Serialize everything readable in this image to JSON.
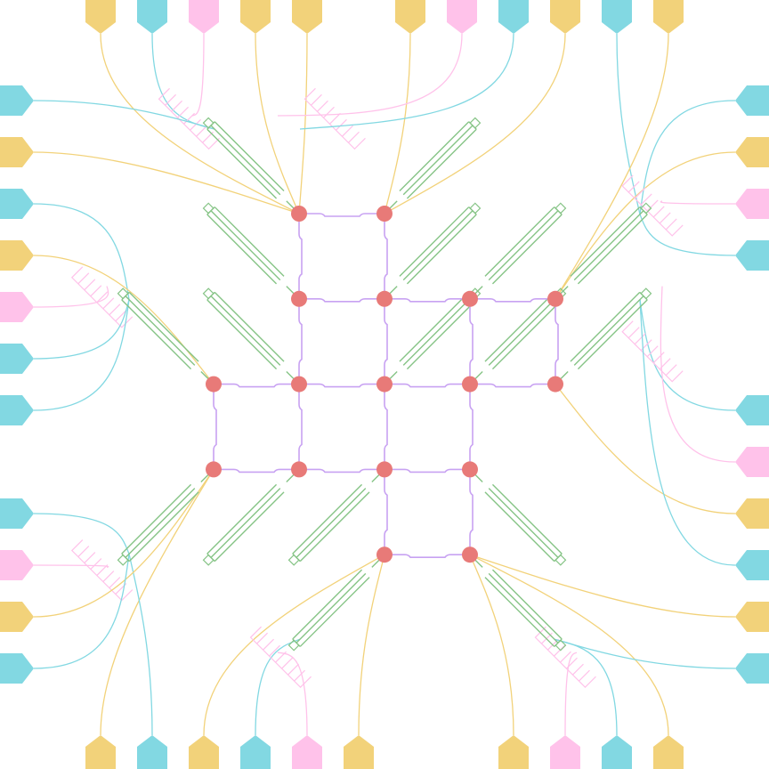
{
  "colors": {
    "drive": "#f2d27a",
    "readout": "#82d8e2",
    "flux": "#ffc2ea",
    "qubit": "#e87a78",
    "coupler": "#c8a2f2",
    "resonator": "#86c486"
  },
  "pads": {
    "top": [
      "drive",
      "readout",
      "flux",
      "drive",
      "drive",
      "drive",
      "flux",
      "readout",
      "drive",
      "readout",
      "drive"
    ],
    "bottom": [
      "drive",
      "readout",
      "drive",
      "readout",
      "flux",
      "drive",
      "drive",
      "flux",
      "readout",
      "drive"
    ],
    "left": [
      "readout",
      "drive",
      "readout",
      "drive",
      "flux",
      "readout",
      "readout",
      "readout",
      "flux",
      "drive",
      "readout"
    ],
    "right": [
      "readout",
      "drive",
      "flux",
      "readout",
      "readout",
      "flux",
      "drive",
      "readout",
      "drive",
      "readout"
    ]
  },
  "qubits": [
    [
      0,
      1
    ],
    [
      0,
      2
    ],
    [
      1,
      1
    ],
    [
      1,
      2
    ],
    [
      1,
      3
    ],
    [
      1,
      4
    ],
    [
      2,
      0
    ],
    [
      2,
      1
    ],
    [
      2,
      2
    ],
    [
      2,
      3
    ],
    [
      2,
      4
    ],
    [
      3,
      0
    ],
    [
      3,
      1
    ],
    [
      3,
      2
    ],
    [
      3,
      3
    ],
    [
      4,
      2
    ],
    [
      4,
      3
    ]
  ],
  "couplers": [
    [
      [
        0,
        1
      ],
      [
        0,
        2
      ]
    ],
    [
      [
        0,
        1
      ],
      [
        1,
        1
      ]
    ],
    [
      [
        0,
        2
      ],
      [
        1,
        2
      ]
    ],
    [
      [
        1,
        1
      ],
      [
        1,
        2
      ]
    ],
    [
      [
        1,
        2
      ],
      [
        1,
        3
      ]
    ],
    [
      [
        1,
        3
      ],
      [
        1,
        4
      ]
    ],
    [
      [
        1,
        1
      ],
      [
        2,
        1
      ]
    ],
    [
      [
        1,
        2
      ],
      [
        2,
        2
      ]
    ],
    [
      [
        1,
        3
      ],
      [
        2,
        3
      ]
    ],
    [
      [
        1,
        4
      ],
      [
        2,
        4
      ]
    ],
    [
      [
        2,
        0
      ],
      [
        2,
        1
      ]
    ],
    [
      [
        2,
        1
      ],
      [
        2,
        2
      ]
    ],
    [
      [
        2,
        2
      ],
      [
        2,
        3
      ]
    ],
    [
      [
        2,
        3
      ],
      [
        2,
        4
      ]
    ],
    [
      [
        2,
        0
      ],
      [
        3,
        0
      ]
    ],
    [
      [
        2,
        1
      ],
      [
        3,
        1
      ]
    ],
    [
      [
        2,
        2
      ],
      [
        3,
        2
      ]
    ],
    [
      [
        2,
        3
      ],
      [
        3,
        3
      ]
    ],
    [
      [
        3,
        0
      ],
      [
        3,
        1
      ]
    ],
    [
      [
        3,
        1
      ],
      [
        3,
        2
      ]
    ],
    [
      [
        3,
        2
      ],
      [
        3,
        3
      ]
    ],
    [
      [
        3,
        2
      ],
      [
        4,
        2
      ]
    ],
    [
      [
        3,
        3
      ],
      [
        4,
        3
      ]
    ],
    [
      [
        4,
        2
      ],
      [
        4,
        3
      ]
    ]
  ]
}
